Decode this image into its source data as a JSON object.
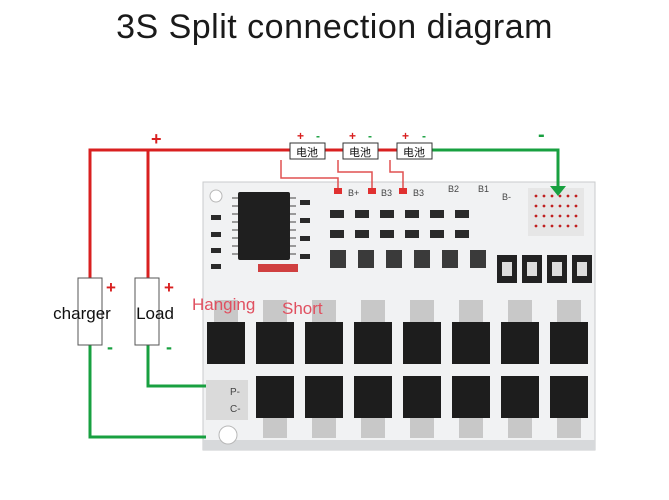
{
  "title": "3S Split connection diagram",
  "cells": [
    {
      "label": "电池",
      "plus": "+",
      "minus": "-"
    },
    {
      "label": "电池",
      "plus": "+",
      "minus": "-"
    },
    {
      "label": "电池",
      "plus": "+",
      "minus": "-"
    }
  ],
  "pack_plus": "+",
  "pack_minus": "-",
  "charger": {
    "label": "charger",
    "plus": "+",
    "minus": "-"
  },
  "load": {
    "label": "Load",
    "plus": "+",
    "minus": "-"
  },
  "board_labels": {
    "b_plus": "B+",
    "b3_left": "B3",
    "b3_right": "B3",
    "b2": "B2",
    "b1": "B1",
    "b_minus": "B-",
    "p_minus": "P-",
    "c_minus": "C-",
    "hanging": "Hanging",
    "short": "Short"
  },
  "colors": {
    "positive": "#d92020",
    "negative": "#18a040",
    "sense": "#e05050"
  }
}
